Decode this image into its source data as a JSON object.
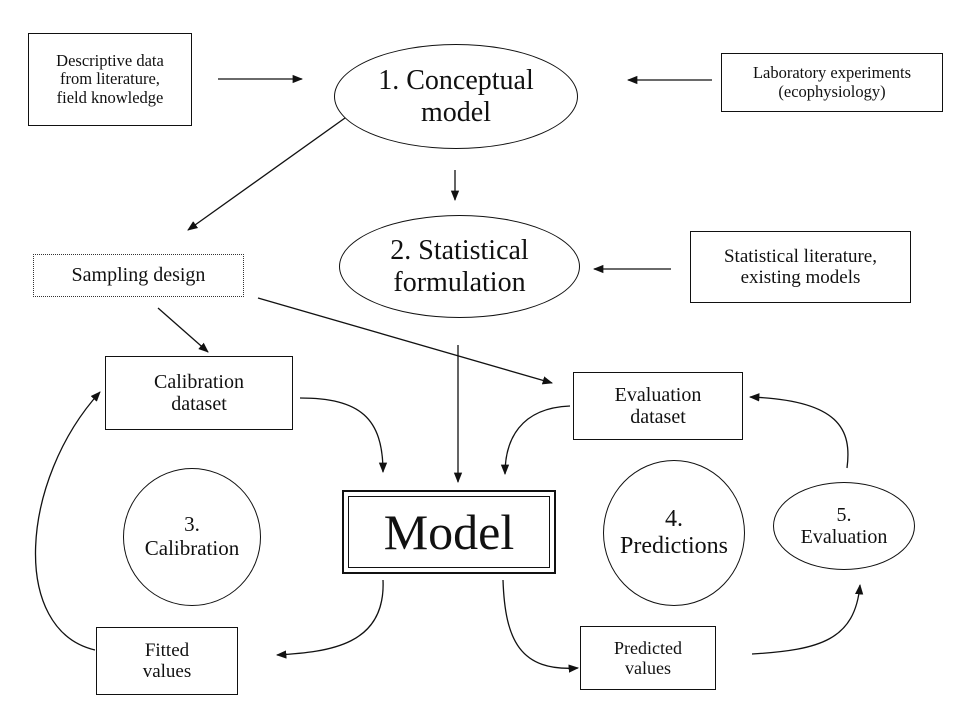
{
  "nodes": {
    "descriptive_data": "Descriptive data\nfrom literature,\nfield knowledge",
    "conceptual_model": "1. Conceptual\nmodel",
    "lab_experiments": "Laboratory  experiments\n(ecophysiology)",
    "statistical_formulation": "2. Statistical\nformulation",
    "statistical_literature": "Statistical literature,\nexisting models",
    "sampling_design": "Sampling design",
    "calibration_dataset": "Calibration\ndataset",
    "evaluation_dataset": "Evaluation\ndataset",
    "calibration": "3.\nCalibration",
    "model": "Model",
    "predictions": "4.\nPredictions",
    "evaluation": "5.\nEvaluation",
    "fitted_values": "Fitted\nvalues",
    "predicted_values": "Predicted\nvalues"
  },
  "colors": {
    "stroke": "#111111",
    "background": "#ffffff"
  }
}
